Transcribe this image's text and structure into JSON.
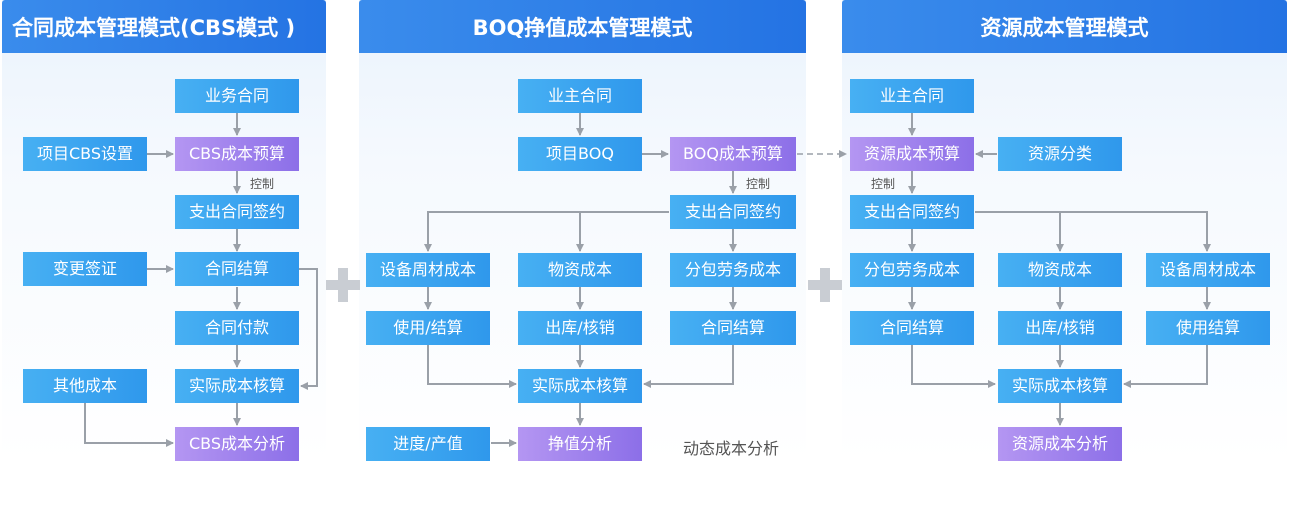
{
  "panels": {
    "cbs": {
      "title": "合同成本管理模式(CBS模式 )",
      "boxes": {
        "contract": "业务合同",
        "cbs_setup": "项目CBS设置",
        "cbs_budget": "CBS成本预算",
        "expense_sign": "支出合同签约",
        "change_visa": "变更签证",
        "settlement": "合同结算",
        "payment": "合同付款",
        "other_cost": "其他成本",
        "actual_cost": "实际成本核算",
        "analysis": "CBS成本分析"
      },
      "control_label": "控制"
    },
    "boq": {
      "title": "BOQ挣值成本管理模式",
      "boxes": {
        "owner_contract": "业主合同",
        "project_boq": "项目BOQ",
        "boq_budget": "BOQ成本预算",
        "expense_sign": "支出合同签约",
        "equipment_cost": "设备周材成本",
        "material_cost": "物资成本",
        "subcontract_cost": "分包劳务成本",
        "use_settle": "使用/结算",
        "outbound": "出库/核销",
        "settlement": "合同结算",
        "actual_cost": "实际成本核算",
        "progress": "进度/产值",
        "earned_value": "挣值分析"
      },
      "control_label": "控制",
      "dynamic_label": "动态成本分析"
    },
    "resource": {
      "title": "资源成本管理模式",
      "boxes": {
        "owner_contract": "业主合同",
        "resource_budget": "资源成本预算",
        "resource_class": "资源分类",
        "expense_sign": "支出合同签约",
        "subcontract_cost": "分包劳务成本",
        "material_cost": "物资成本",
        "equipment_cost": "设备周材成本",
        "settlement": "合同结算",
        "outbound": "出库/核销",
        "use_settle": "使用结算",
        "actual_cost": "实际成本核算",
        "analysis": "资源成本分析"
      },
      "control_label": "控制"
    }
  },
  "colors": {
    "header": "#2a7be6",
    "box_blue": "#3aa3ef",
    "box_purple": "#9a7ded",
    "connector": "#9aa0a8",
    "plus": "#c9cdd3"
  }
}
